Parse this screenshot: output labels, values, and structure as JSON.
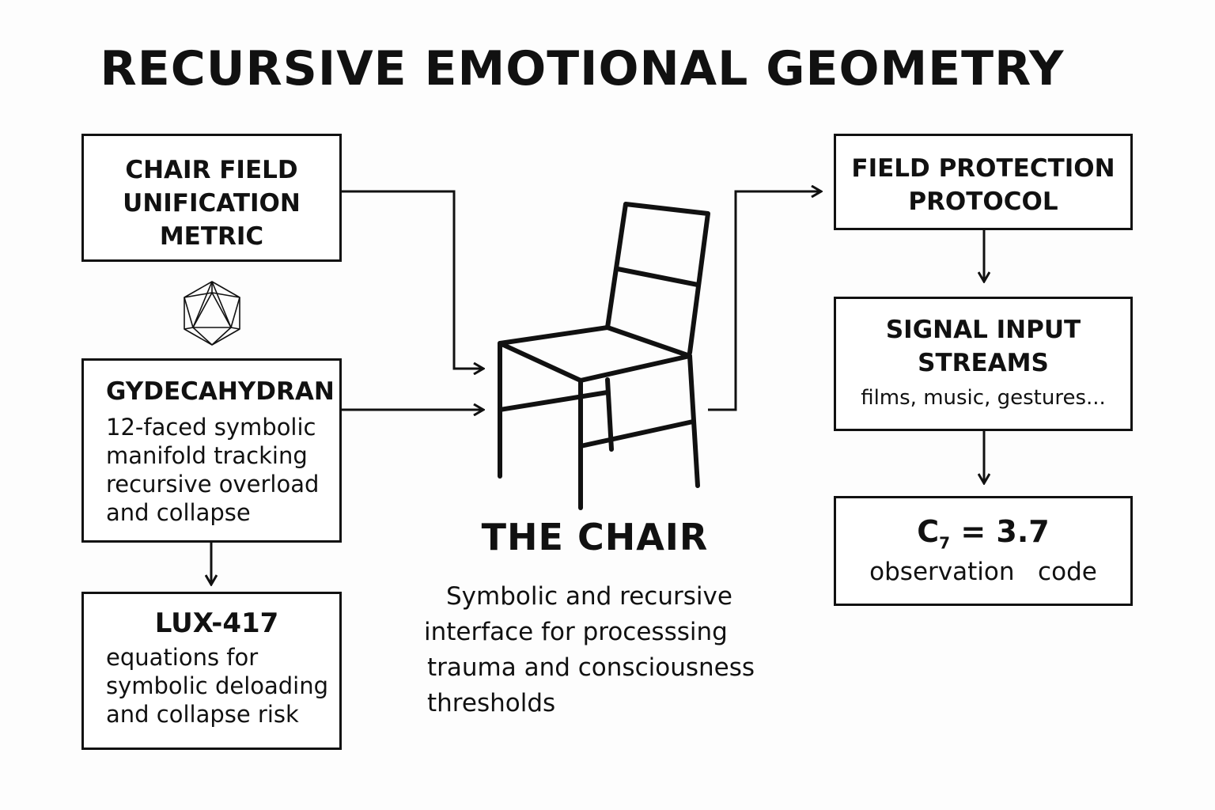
{
  "title": "RECURSIVE EMOTIONAL GEOMETRY",
  "left": {
    "chair_field": {
      "lines": [
        "CHAIR FIELD",
        "UNIFICATION",
        "METRIC"
      ]
    },
    "gydecahydran": {
      "heading": "GYDECAHYDRAN",
      "lines": [
        "12-faced symbolic",
        "manifold tracking",
        "recursive overload",
        "and collapse"
      ]
    },
    "lux": {
      "heading": "LUX-417",
      "lines": [
        "equations for",
        "symbolic deloading",
        "and collapse risk"
      ]
    }
  },
  "center": {
    "title": "THE CHAIR",
    "lines": [
      "Symbolic and recursive",
      "interface for processsing",
      "trauma and consciousness",
      "thresholds"
    ]
  },
  "right": {
    "field_protection": {
      "lines": [
        "FIELD PROTECTION",
        "PROTOCOL"
      ]
    },
    "signal_input": {
      "heading_lines": [
        "SIGNAL INPUT",
        "STREAMS"
      ],
      "sub": "films, music, gestures..."
    },
    "observation": {
      "formula_main": "C",
      "formula_sub": "7",
      "formula_rest": " = 3.7",
      "label": "observation   code"
    }
  },
  "icons": [
    "icosahedron-icon",
    "chair-icon",
    "arrow-icon"
  ]
}
